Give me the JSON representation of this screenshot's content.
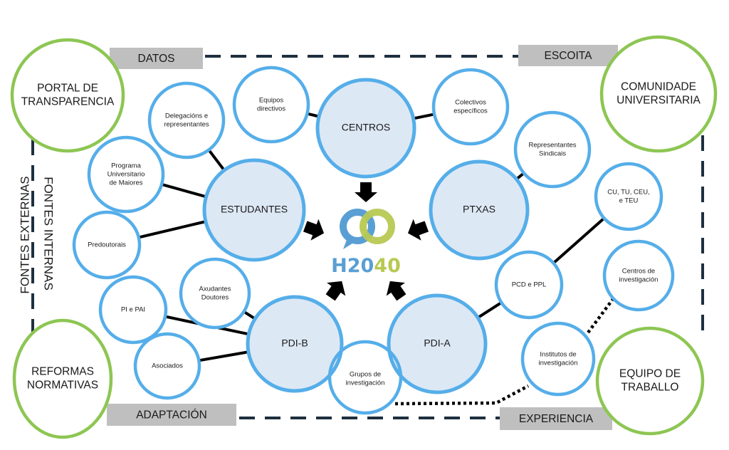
{
  "colors": {
    "hub_fill": "#dde8f5",
    "node_stroke": "#55aee9",
    "external_stroke": "#8dc653",
    "label_fill": "#bfbfbf",
    "border_dash": "#1e2f3e",
    "connector": "#000000",
    "logo_blue": "#5a9fd4",
    "logo_green": "#b8c953"
  },
  "frame_labels": {
    "top_left": "DATOS",
    "top_right": "ESCOITA",
    "bottom_left": "ADAPTACIÓN",
    "bottom_right": "EXPERIENCIA",
    "side_outer": "FONTES EXTERNAS",
    "side_inner": "FONTES INTERNAS"
  },
  "external_sources": [
    {
      "id": "portal",
      "lines": [
        "PORTAL DE",
        "TRANSPARENCIA"
      ]
    },
    {
      "id": "comunidade",
      "lines": [
        "COMUNIDADE",
        "UNIVERSITARIA"
      ]
    },
    {
      "id": "reformas",
      "lines": [
        "REFORMAS",
        "NORMATIVAS"
      ]
    },
    {
      "id": "equipo",
      "lines": [
        "EQUIPO DE",
        "TRABALLO"
      ]
    }
  ],
  "hubs": [
    {
      "id": "centros",
      "label": "CENTROS"
    },
    {
      "id": "estudantes",
      "label": "ESTUDANTES"
    },
    {
      "id": "ptxas",
      "label": "PTXAS"
    },
    {
      "id": "pdib",
      "label": "PDI-B"
    },
    {
      "id": "pdia",
      "label": "PDI-A"
    }
  ],
  "satellites": [
    {
      "id": "equipos",
      "lines": [
        "Equipos",
        "directivos"
      ],
      "hub": "centros"
    },
    {
      "id": "colectivos",
      "lines": [
        "Colectivos",
        "específicos"
      ],
      "hub": "centros"
    },
    {
      "id": "delegacions",
      "lines": [
        "Delegacións e",
        "representantes"
      ],
      "hub": "estudantes"
    },
    {
      "id": "programa",
      "lines": [
        "Programa",
        "Universitario",
        "de Maiores"
      ],
      "hub": "estudantes"
    },
    {
      "id": "predoutorais",
      "lines": [
        "Predoutorais"
      ],
      "hub": "estudantes"
    },
    {
      "id": "representantes",
      "lines": [
        "Representantes",
        "Sindicais"
      ],
      "hub": "ptxas"
    },
    {
      "id": "axudantes",
      "lines": [
        "Axudantes",
        "Doutores"
      ],
      "hub": "pdib"
    },
    {
      "id": "pipai",
      "lines": [
        "PI e PAI"
      ],
      "hub": "pdib"
    },
    {
      "id": "asociados",
      "lines": [
        "Asociados"
      ],
      "hub": "pdib"
    },
    {
      "id": "grupos",
      "lines": [
        "Grupos de",
        "investigación"
      ],
      "hub": "pdib"
    },
    {
      "id": "pcd",
      "lines": [
        "PCD e PPL"
      ],
      "hub": "pdia"
    },
    {
      "id": "cutu",
      "lines": [
        "CU, TU, CEU,",
        "e TEU"
      ],
      "hub": "pcd"
    },
    {
      "id": "centrosinv",
      "lines": [
        "Centros  de",
        "investigación"
      ],
      "hub": "institutos"
    },
    {
      "id": "institutos",
      "lines": [
        "Institutos de",
        "investigación"
      ],
      "hub": "grupos"
    }
  ],
  "logo": {
    "text_blue": "H20",
    "text_green": "40"
  }
}
